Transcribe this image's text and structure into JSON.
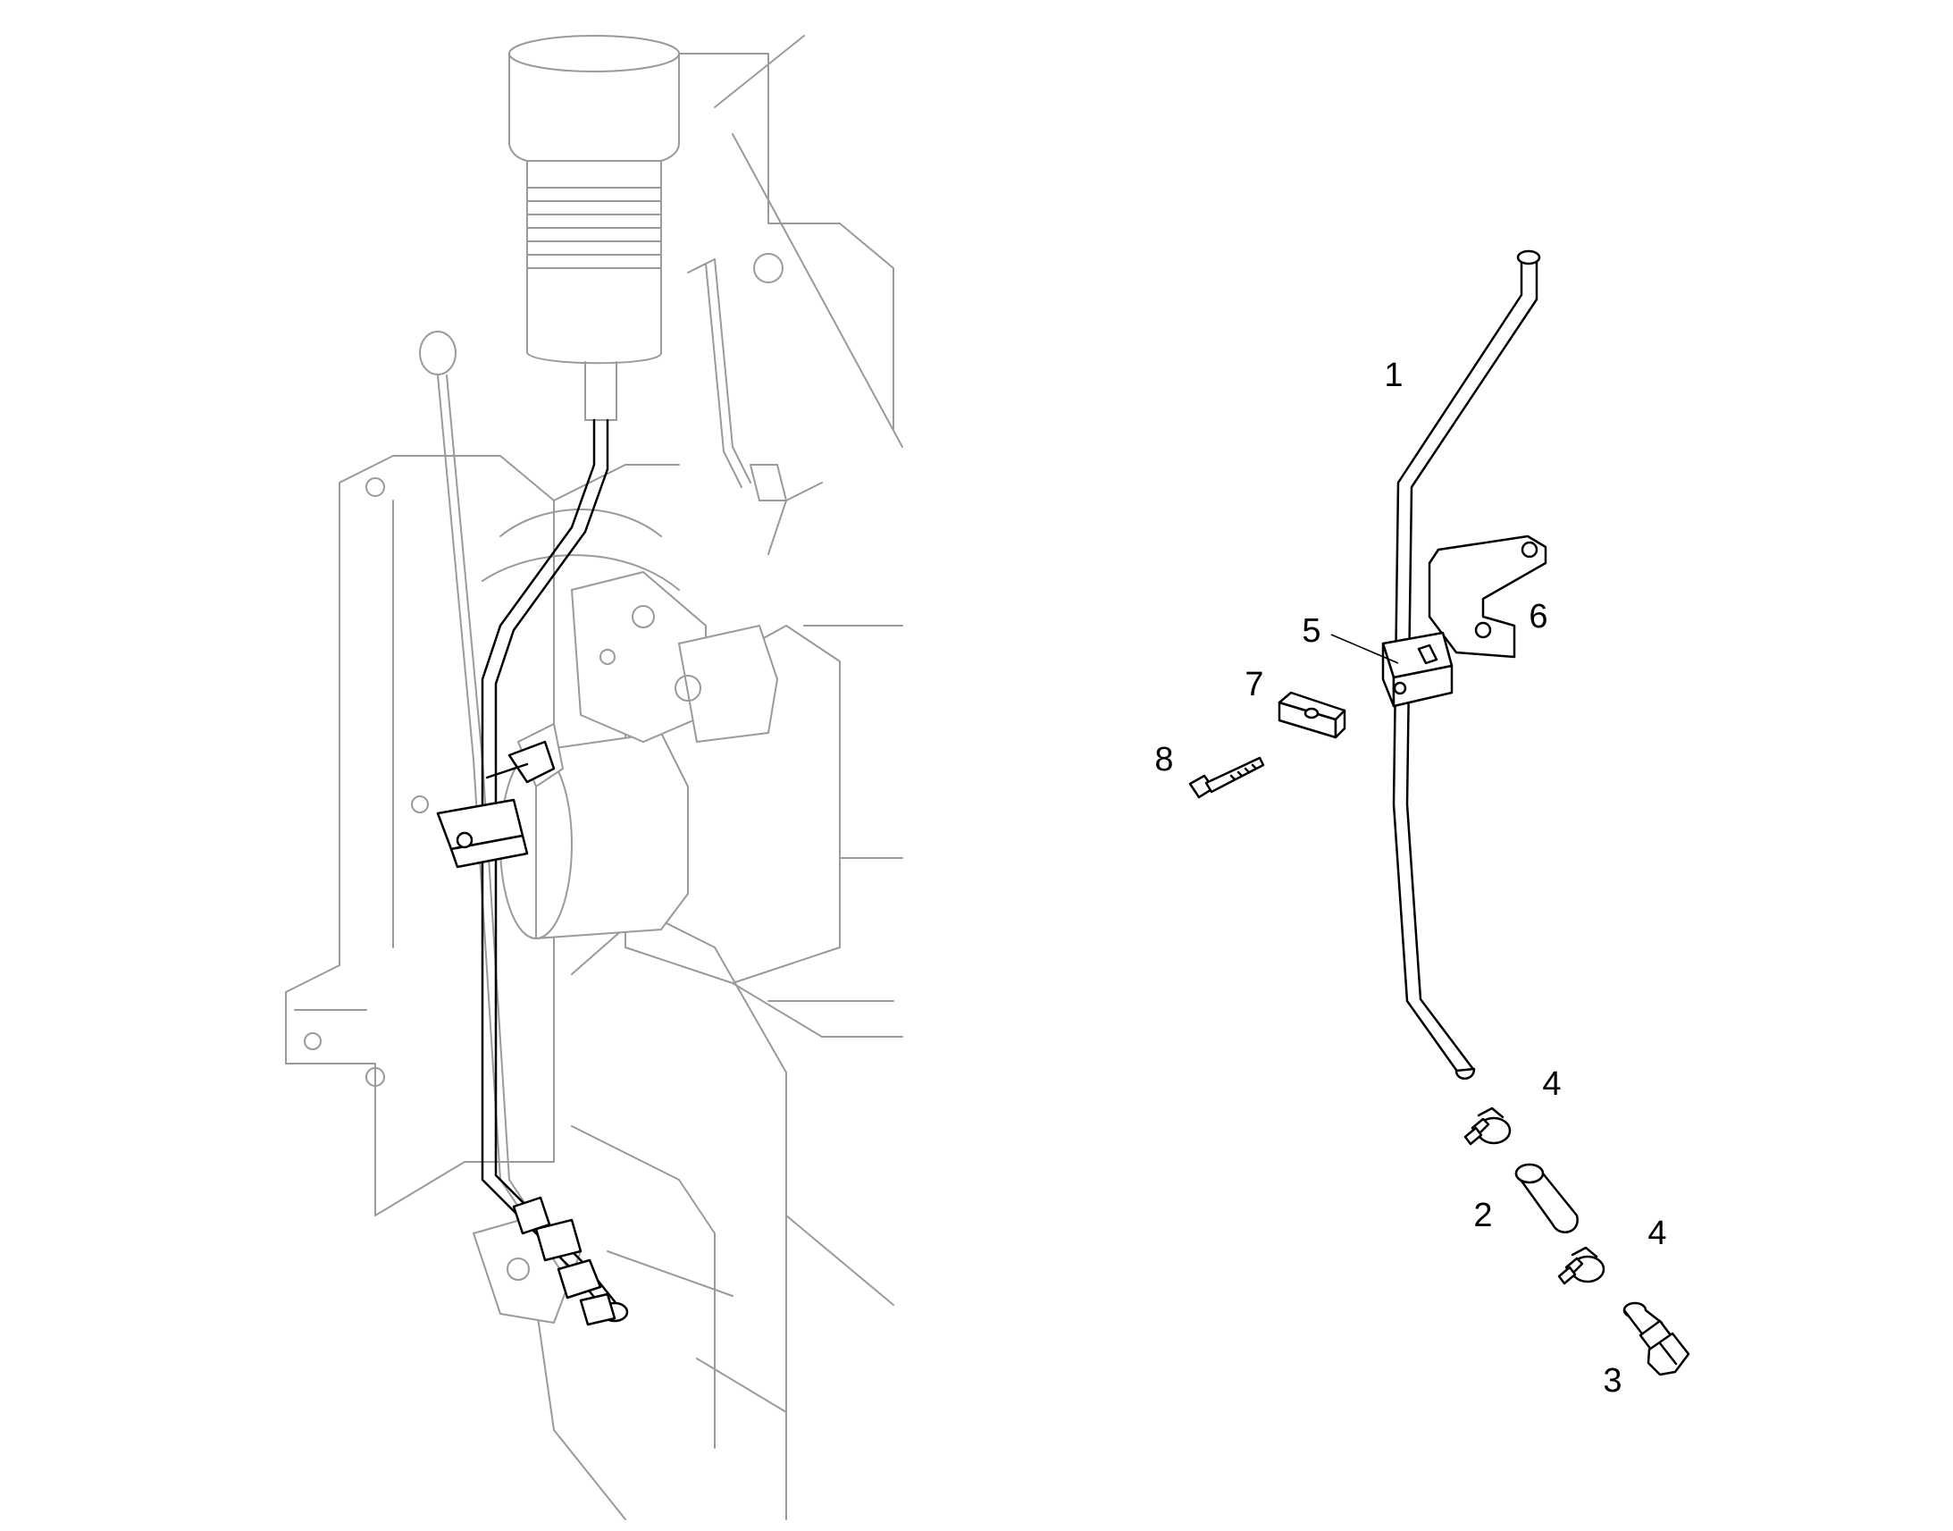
{
  "callouts": [
    {
      "id": "1",
      "label": "1"
    },
    {
      "id": "2",
      "label": "2"
    },
    {
      "id": "3",
      "label": "3"
    },
    {
      "id": "4a",
      "label": "4"
    },
    {
      "id": "4b",
      "label": "4"
    },
    {
      "id": "5",
      "label": "5"
    },
    {
      "id": "6",
      "label": "6"
    },
    {
      "id": "7",
      "label": "7"
    },
    {
      "id": "8",
      "label": "8"
    }
  ]
}
